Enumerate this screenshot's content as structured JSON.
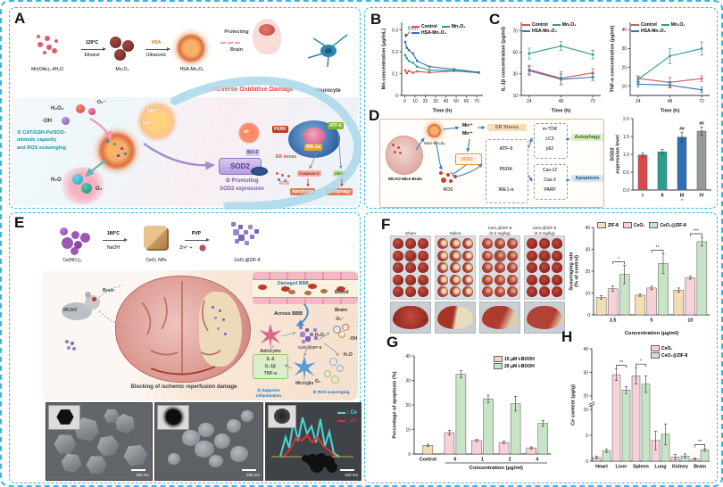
{
  "colors": {
    "border": "#38b6e3",
    "red": "#d9534f",
    "tealLine": "#2a9d8f",
    "blueLine": "#3a6fae",
    "barTan": "#f3ddb5",
    "barPink": "#f6d2d8",
    "barGreen": "#c8e4c6"
  },
  "panelA": {
    "label": "A",
    "synth": {
      "reactant": "Mn(OAc)₂·4H₂O",
      "temp": "120°C",
      "solvent": "Ethanol",
      "product1": "Mn₃O₄",
      "hsa": "HSA",
      "ultrasonic": "Ultrasonic",
      "product2": "HSA-Mn₃O₄"
    },
    "protecting": "Protecting",
    "brain": "Brain",
    "reverse": "Reverse Oxidative Damage",
    "neurocyte": "Neurocyte",
    "h2o2": "H₂O₂",
    "oh": "·OH",
    "o2rad": "·O₂⁻",
    "cap1": "① CAT/GSH-Px/SOD-\nmimetic capacity\nand ROS scavenging",
    "mn1": "Mn²⁺",
    "mn2": "Mn²⁺",
    "sod2": "SOD2",
    "cap2": "② Promoting\nSOD2 expression",
    "h2o": "H₂O",
    "o2": "O₂",
    "ir": "I/R",
    "cell": {
      "perk": "PERK",
      "atf6": "ATF-6",
      "ire1": "IRE-1α",
      "er": "ER stress",
      "bcl2": "Bcl-2",
      "ros": "ROS",
      "casp": "Caspase-3",
      "chop": "chop",
      "apo": "Apoptosis",
      "auto": "Autophagy"
    }
  },
  "panelB": {
    "label": "B"
  },
  "panelC": {
    "label": "C"
  },
  "panelD": {
    "label": "D",
    "mcao": "MCAO Mice Brain",
    "hsamn": "HSA-Mn₃O₄",
    "mn1": "Mn²⁺",
    "mn2": "Mn²⁺",
    "sod2": "SOD2",
    "up": "↑",
    "ros": "ROS",
    "er": "ER Stress",
    "atf6": "ATF-6",
    "perk": "PERK",
    "ire1": "IRE1-α",
    "mtor": "m-TOR",
    "lc3": "LC3",
    "p62": "p62",
    "cas12": "Cas-12",
    "cas3": "Cas-3",
    "parp": "PARP",
    "autophagy": "Autophagy",
    "apoptosis": "Apoptosis"
  },
  "panelE": {
    "label": "E",
    "synth": {
      "reactant": "Ce(NO₃)₃",
      "temp": "180°C",
      "base": "NaOH",
      "product1": "CeO₂ NPs",
      "pvp": "PVP",
      "zn": "Zn²⁺ +",
      "product2": "CeO₂@ZIF-8"
    },
    "mcao": "MCAO",
    "brainlbl": "Brain",
    "damaged": "Damaged BBB",
    "blood": "Blood",
    "brain2": "Brain",
    "across": "Across BBB",
    "astro": "Astrocytes",
    "zif": "CeO₂@ZIF-8",
    "o2rad": "·O₂⁻",
    "h2o2": "H₂O₂",
    "oh": "·OH",
    "h2o": "H₂O",
    "o2": "O₂",
    "micro": "Microglia",
    "il6": "IL-6",
    "il1b": "IL-1β",
    "tnfa": "TNF-α",
    "cap1": "① Suppress\ninflammation",
    "cap2": "② ROS scavenging",
    "caption": "Blocking of ischemic reperfusion damage",
    "sem": [
      {
        "scale": "100 nm"
      },
      {
        "scale": "200 nm"
      },
      {
        "scale": "100 nm"
      }
    ],
    "legendCe": ": Ce",
    "legendZn": ": Zn"
  },
  "panelF": {
    "label": "F",
    "rows": 5,
    "cols": 3,
    "columns": [
      {
        "header": "Sham"
      },
      {
        "header": "Saline"
      },
      {
        "header": "CeO₂@ZIF-8\n(0.2 mg/kg)"
      },
      {
        "header": "CeO₂@ZIF-8\n(0.4 mg/kg)"
      }
    ]
  },
  "panelG": {
    "label": "G"
  },
  "panelH": {
    "label": "H"
  },
  "chart_data": [
    {
      "id": "mn",
      "type": "line",
      "xlabel": "Time (h)",
      "ylabel": "Mn concentration (μg/mL)",
      "xlim": [
        -3,
        76
      ],
      "ylim": [
        0,
        0.335
      ],
      "xticks": [
        0,
        10,
        20,
        30,
        40,
        50,
        60,
        70
      ],
      "yticks": [
        0,
        0.1,
        0.2,
        0.3
      ],
      "ytickLabels": [
        "0",
        "0.1",
        "0.2",
        "0.3"
      ],
      "ann": {
        "text": "0.5 h",
        "tx": 3,
        "ty": 0.3,
        "ax": 1,
        "ay": 0.26
      },
      "series": [
        {
          "name": "Control",
          "color": "#d9534f",
          "x": [
            0.5,
            2,
            4,
            8,
            12,
            24,
            48,
            72
          ],
          "y": [
            0.115,
            0.102,
            0.112,
            0.104,
            0.11,
            0.105,
            0.112,
            0.104
          ]
        },
        {
          "name": "Mn₃O₄",
          "color": "#2a9d8f",
          "x": [
            0.5,
            2,
            4,
            8,
            12,
            24,
            48,
            72
          ],
          "y": [
            0.185,
            0.17,
            0.158,
            0.15,
            0.132,
            0.116,
            0.114,
            0.104
          ]
        },
        {
          "name": "HSA-Mn₃O₄",
          "color": "#3a6fae",
          "x": [
            0.5,
            2,
            4,
            8,
            12,
            24,
            48,
            72
          ],
          "y": [
            0.245,
            0.218,
            0.208,
            0.192,
            0.158,
            0.132,
            0.12,
            0.106
          ]
        }
      ]
    },
    {
      "id": "il1b",
      "type": "line",
      "xlabel": "Time (h)",
      "ylabel": "IL-1β concentration (pg/ml)",
      "xlim": [
        18,
        78
      ],
      "ylim": [
        10,
        78
      ],
      "xticks": [
        24,
        48,
        72
      ],
      "yticks": [
        10,
        30,
        50,
        70
      ],
      "series": [
        {
          "name": "Control",
          "color": "#d9534f",
          "x": [
            24,
            48,
            72
          ],
          "y": [
            34,
            26,
            31
          ],
          "err": [
            4,
            6,
            4
          ]
        },
        {
          "name": "Mn₃O₄",
          "color": "#2a9d8f",
          "x": [
            24,
            48,
            72
          ],
          "y": [
            49,
            56,
            48
          ],
          "err": [
            5,
            4,
            4
          ]
        },
        {
          "name": "HSA-Mn₃O₄",
          "color": "#3a6fae",
          "x": [
            24,
            48,
            72
          ],
          "y": [
            33,
            25,
            27
          ],
          "err": [
            4,
            5,
            3
          ]
        }
      ]
    },
    {
      "id": "tnfa",
      "type": "line",
      "xlabel": "Time (h)",
      "ylabel": "TNF-α concentration (pg/ml)",
      "xlim": [
        18,
        78
      ],
      "ylim": [
        5,
        44
      ],
      "xticks": [
        24,
        48,
        72
      ],
      "yticks": [
        10,
        20,
        30,
        40
      ],
      "series": [
        {
          "name": "Control",
          "color": "#d9534f",
          "x": [
            24,
            48,
            72
          ],
          "y": [
            14,
            12,
            14
          ],
          "err": [
            1.5,
            2.5,
            1.5
          ]
        },
        {
          "name": "Mn₃O₄",
          "color": "#2a9d8f",
          "x": [
            24,
            48,
            72
          ],
          "y": [
            13.5,
            26,
            30
          ],
          "err": [
            1.5,
            4,
            3.5
          ]
        },
        {
          "name": "HSA-Mn₃O₄",
          "color": "#3a6fae",
          "x": [
            24,
            48,
            72
          ],
          "y": [
            11,
            10.5,
            8
          ],
          "err": [
            1.5,
            1.5,
            1.5
          ]
        }
      ]
    },
    {
      "id": "sod2",
      "type": "bar",
      "ylabel": "SOD2\nexpression level",
      "ylim": [
        0,
        2
      ],
      "yticks": [
        0,
        0.5,
        1,
        1.5,
        2
      ],
      "ytickLabels": [
        "0.0",
        "0.5",
        "1.0",
        "1.5",
        "2.0"
      ],
      "groups": [
        {
          "label": "I",
          "bars": [
            {
              "c": "#d94b4b",
              "v": 0.98,
              "e": 0.06
            }
          ]
        },
        {
          "label": "II",
          "bars": [
            {
              "c": "#2a9d8f",
              "v": 1.07,
              "e": 0.07
            }
          ]
        },
        {
          "label": "III",
          "sub": "*",
          "bars": [
            {
              "c": "#2e6fb5",
              "v": 1.48,
              "e": 0.14,
              "n": "##"
            }
          ]
        },
        {
          "label": "IV",
          "bars": [
            {
              "c": "#97999c",
              "v": 1.65,
              "e": 0.12,
              "n": "##"
            }
          ]
        }
      ]
    },
    {
      "id": "scav",
      "type": "bar",
      "xlabel": "Concentration (μg/ml)",
      "ylabel": "Scavenging rate\n(% of control)",
      "ylim": [
        0,
        40
      ],
      "yticks": [
        0,
        10,
        20,
        30,
        40
      ],
      "sigSpan": [
        1,
        2
      ],
      "legend": [
        {
          "label": "ZIF-8",
          "color": "#f3ddb5"
        },
        {
          "label": "CeO₂",
          "color": "#f6d2d8"
        },
        {
          "label": "CeO₂@ZIF-8",
          "color": "#c8e4c6"
        }
      ],
      "groups": [
        {
          "label": "2.5",
          "sig": "*",
          "bars": [
            {
              "c": "#f3ddb5",
              "v": 8,
              "e": 0.8
            },
            {
              "c": "#f6d2d8",
              "v": 12,
              "e": 1.2
            },
            {
              "c": "#c8e4c6",
              "v": 18.5,
              "e": 4.2
            }
          ]
        },
        {
          "label": "5",
          "sig": "**",
          "bars": [
            {
              "c": "#f3ddb5",
              "v": 9,
              "e": 0.5
            },
            {
              "c": "#f6d2d8",
              "v": 12.3,
              "e": 0.8
            },
            {
              "c": "#c8e4c6",
              "v": 23.5,
              "e": 4.5
            }
          ]
        },
        {
          "label": "10",
          "sig": "***",
          "bars": [
            {
              "c": "#f3ddb5",
              "v": 11.3,
              "e": 1
            },
            {
              "c": "#f6d2d8",
              "v": 17,
              "e": 0.7
            },
            {
              "c": "#c8e4c6",
              "v": 33.5,
              "e": 2
            }
          ]
        }
      ]
    },
    {
      "id": "apop",
      "type": "bar",
      "ylabel": "Percentage of apoptosis (%)",
      "ylim": [
        0,
        40
      ],
      "yticks": [
        0,
        10,
        20,
        30,
        40
      ],
      "xspan": {
        "from": 1,
        "to": 4,
        "text": "Concentration (μg/ml)"
      },
      "legend": [
        {
          "label": "15 μM t-BOOH",
          "color": "#f6d2d8"
        },
        {
          "label": "20 μM t-BOOH",
          "color": "#c8e4c6"
        }
      ],
      "groups": [
        {
          "label": "Control",
          "bars": [
            {
              "c": "#f3ddb5",
              "v": 3.5,
              "e": 0.5
            }
          ]
        },
        {
          "label": "0",
          "bars": [
            {
              "c": "#f6d2d8",
              "v": 8.7,
              "e": 1
            },
            {
              "c": "#c8e4c6",
              "v": 32.5,
              "e": 1.5
            }
          ]
        },
        {
          "label": "1",
          "bars": [
            {
              "c": "#f6d2d8",
              "v": 5.5,
              "e": 0.4
            },
            {
              "c": "#c8e4c6",
              "v": 22.5,
              "e": 1.5
            }
          ]
        },
        {
          "label": "2",
          "bars": [
            {
              "c": "#f6d2d8",
              "v": 4.7,
              "e": 0.5
            },
            {
              "c": "#c8e4c6",
              "v": 20.5,
              "e": 3
            }
          ]
        },
        {
          "label": "4",
          "bars": [
            {
              "c": "#f6d2d8",
              "v": 2.5,
              "e": 0.4
            },
            {
              "c": "#c8e4c6",
              "v": 12.5,
              "e": 1.2
            }
          ]
        }
      ]
    },
    {
      "id": "ce",
      "type": "bar",
      "ylabel": "Ce content (μg/g)",
      "ylim": [
        0,
        40
      ],
      "yticks": [
        0,
        5,
        10,
        20,
        30,
        40
      ],
      "ymap": [
        [
          0,
          0
        ],
        [
          10,
          0.46
        ],
        [
          20,
          0.58
        ],
        [
          40,
          1
        ]
      ],
      "sigSpan": [
        0,
        1
      ],
      "legend": [
        {
          "label": "CeO₂",
          "color": "#f6d2d8"
        },
        {
          "label": "CeO₂@ZIF-8",
          "color": "#c8e4c6"
        }
      ],
      "groups": [
        {
          "label": "Heart",
          "bars": [
            {
              "c": "#f6d2d8",
              "v": 0.7,
              "e": 0.3
            },
            {
              "c": "#c8e4c6",
              "v": 2,
              "e": 0.3
            }
          ]
        },
        {
          "label": "Liver",
          "sig": "**",
          "bars": [
            {
              "c": "#f6d2d8",
              "v": 29,
              "e": 2.5
            },
            {
              "c": "#c8e4c6",
              "v": 22.5,
              "e": 1.5
            }
          ]
        },
        {
          "label": "Spleen",
          "sig": "*",
          "bars": [
            {
              "c": "#f6d2d8",
              "v": 28.5,
              "e": 3.5
            },
            {
              "c": "#c8e4c6",
              "v": 25,
              "e": 3.5
            }
          ]
        },
        {
          "label": "Lung",
          "bars": [
            {
              "c": "#f6d2d8",
              "v": 4,
              "e": 1.8
            },
            {
              "c": "#c8e4c6",
              "v": 5.2,
              "e": 2
            }
          ]
        },
        {
          "label": "Kidney",
          "bars": [
            {
              "c": "#f6d2d8",
              "v": 0.8,
              "e": 0.5
            },
            {
              "c": "#c8e4c6",
              "v": 1,
              "e": 0.4
            }
          ]
        },
        {
          "label": "Brain",
          "sig": "**",
          "bars": [
            {
              "c": "#f6d2d8",
              "v": 0.4,
              "e": 0.2
            },
            {
              "c": "#c8e4c6",
              "v": 2.2,
              "e": 0.3
            }
          ]
        }
      ]
    }
  ]
}
